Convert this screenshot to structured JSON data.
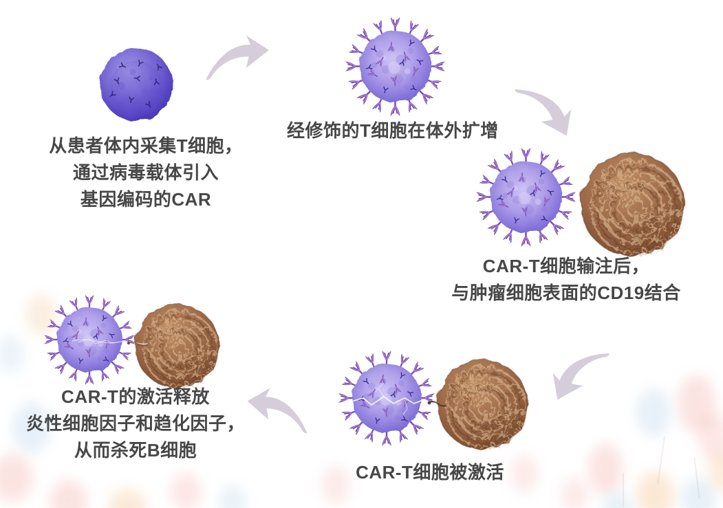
{
  "steps": [
    {
      "id": 1,
      "lines": [
        "从患者体内采集T细胞，",
        "通过病毒载体引入",
        "基因编码的CAR"
      ]
    },
    {
      "id": 2,
      "lines": [
        "经修饰的T细胞在体外扩增"
      ]
    },
    {
      "id": 3,
      "lines": [
        "CAR-T细胞输注后，",
        "与肿瘤细胞表面的CD19结合"
      ]
    },
    {
      "id": 4,
      "lines": [
        "CAR-T细胞被激活"
      ]
    },
    {
      "id": 5,
      "lines": [
        "CAR-T的激活释放",
        "炎性细胞因子和趋化因子，",
        "从而杀死B细胞"
      ]
    }
  ],
  "icons": {
    "arrow_1": "curved-swoosh-right",
    "arrow_2": "curved-swoosh-down-right",
    "arrow_3": "curved-swoosh-down-left",
    "arrow_4": "curved-swoosh-left"
  },
  "colors": {
    "label_text": "#474747",
    "arrow": "#d5cdd9",
    "t_cell_body": "#7e6fd6",
    "t_cell_edge": "#4030ab",
    "car_receptor": "#b48ae4",
    "tumor_cell": "#a26e4c",
    "blob_pink": "#f5bcb6",
    "blob_blue": "#cfe2f1",
    "blob_orange": "#f7cfa8",
    "background": "#ffffff"
  }
}
